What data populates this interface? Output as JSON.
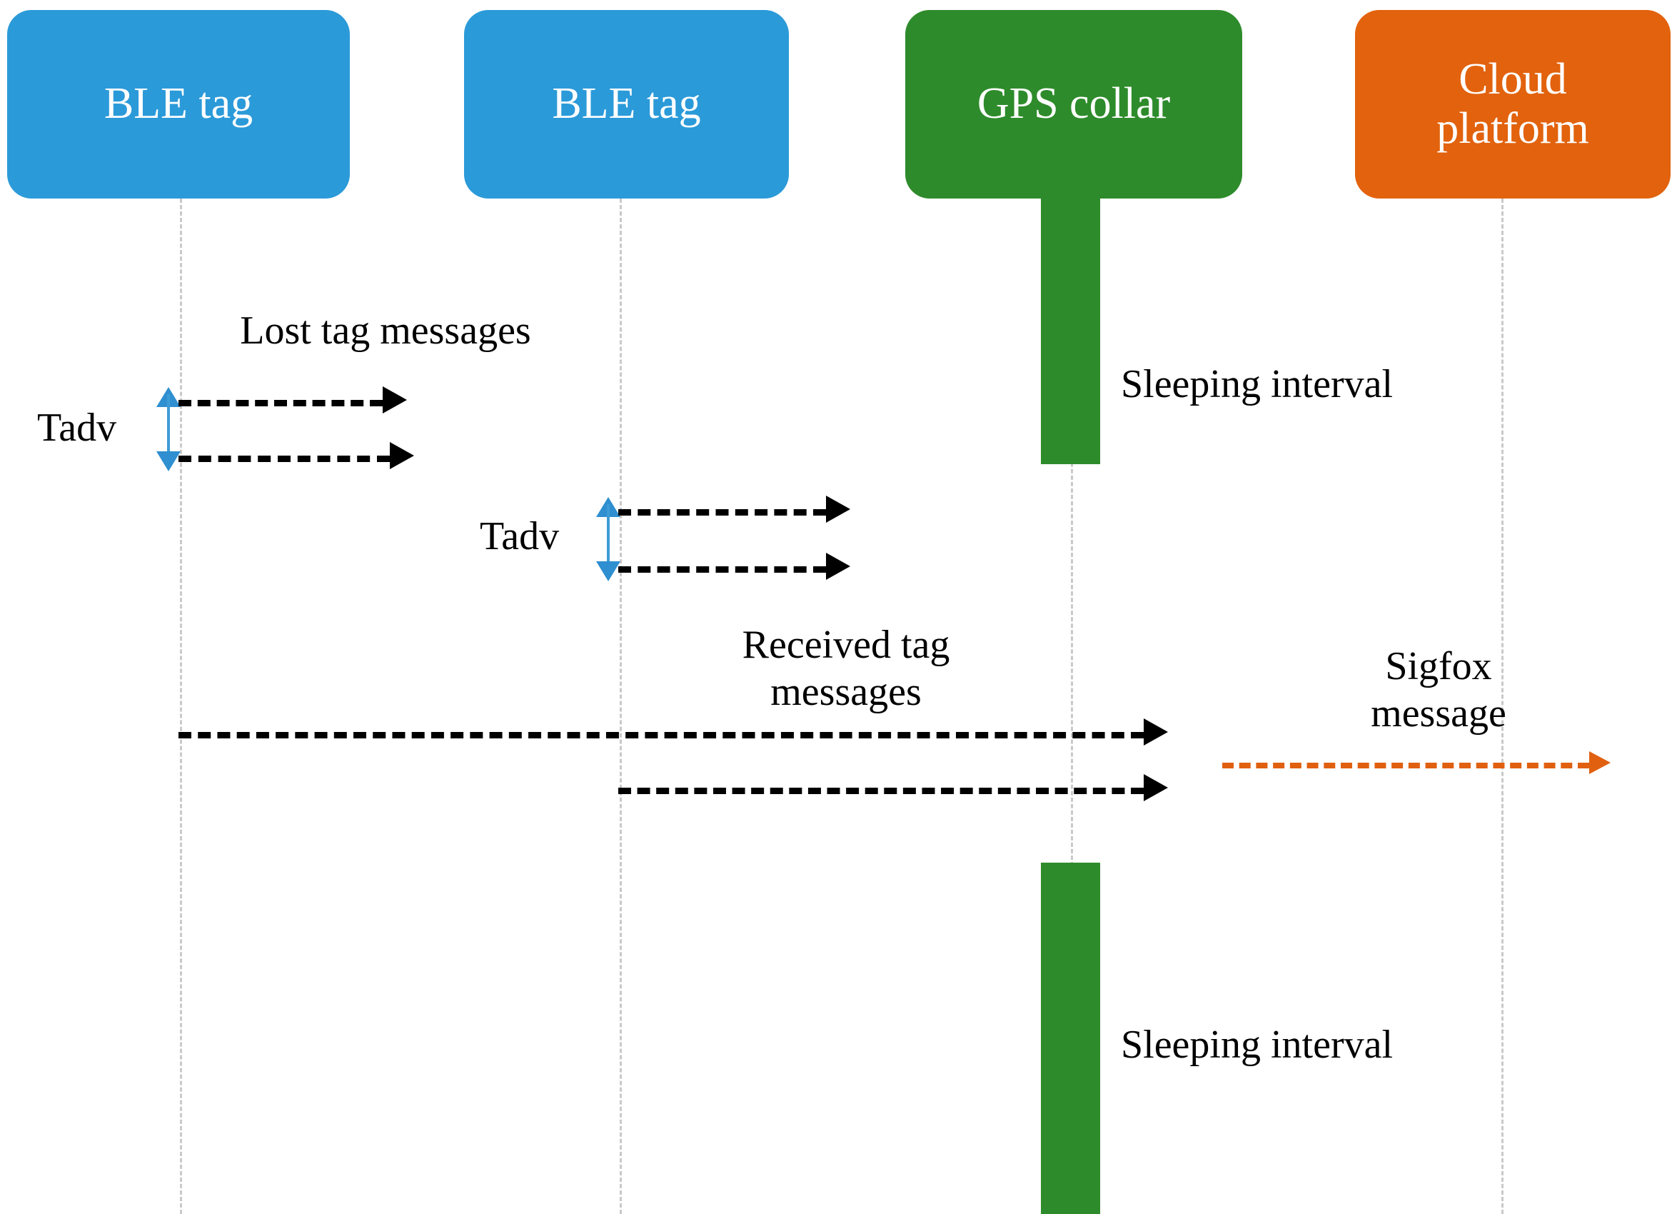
{
  "diagram": {
    "title": "BLE tag to GPS collar to Cloud platform sequence diagram",
    "colors": {
      "ble_tag_blue": "#2b9ad9",
      "gps_collar_green": "#2e8b2b",
      "cloud_orange": "#e2620d",
      "interval_blue": "#3d9cd6",
      "message_black": "#000000",
      "sigfox_orange": "#e06010",
      "lifeline_gray": "#c9c9c9",
      "background": "#ffffff"
    },
    "participants": [
      {
        "id": "ble-tag-1",
        "label": "BLE tag",
        "color": "#2b9ad9"
      },
      {
        "id": "ble-tag-2",
        "label": "BLE tag",
        "color": "#2b9ad9"
      },
      {
        "id": "gps-collar",
        "label": "GPS collar",
        "color": "#2e8b2b"
      },
      {
        "id": "cloud-platform",
        "label": "Cloud\nplatform",
        "color": "#e2620d"
      }
    ],
    "intervals": [
      {
        "id": "tadv-1",
        "label": "Tadv"
      },
      {
        "id": "tadv-2",
        "label": "Tadv"
      }
    ],
    "annotations": [
      {
        "id": "lost-tag-messages",
        "label": "Lost tag messages"
      },
      {
        "id": "received-tag-messages",
        "label": "Received tag\nmessages"
      },
      {
        "id": "sigfox-message",
        "label": "Sigfox\nmessage"
      },
      {
        "id": "sleeping-interval-top",
        "label": "Sleeping interval"
      },
      {
        "id": "sleeping-interval-bottom",
        "label": "Sleeping interval"
      }
    ],
    "messages": [
      {
        "id": "lost-msg-1",
        "from": "ble-tag-1",
        "to": "dropped",
        "style": "dashed",
        "color": "#000000"
      },
      {
        "id": "lost-msg-2",
        "from": "ble-tag-1",
        "to": "dropped",
        "style": "dashed",
        "color": "#000000"
      },
      {
        "id": "lost-msg-3",
        "from": "ble-tag-2",
        "to": "dropped",
        "style": "dashed",
        "color": "#000000"
      },
      {
        "id": "lost-msg-4",
        "from": "ble-tag-2",
        "to": "dropped",
        "style": "dashed",
        "color": "#000000"
      },
      {
        "id": "received-msg-1",
        "from": "ble-tag-1",
        "to": "gps-collar",
        "style": "dashed",
        "color": "#000000"
      },
      {
        "id": "received-msg-2",
        "from": "ble-tag-2",
        "to": "gps-collar",
        "style": "dashed",
        "color": "#000000"
      },
      {
        "id": "sigfox-msg",
        "from": "gps-collar",
        "to": "cloud-platform",
        "style": "dashed",
        "color": "#e06010"
      }
    ],
    "activations": [
      {
        "id": "sleeping-bar-top",
        "participant": "gps-collar",
        "label": "Sleeping interval"
      },
      {
        "id": "sleeping-bar-bottom",
        "participant": "gps-collar",
        "label": "Sleeping interval"
      }
    ]
  }
}
